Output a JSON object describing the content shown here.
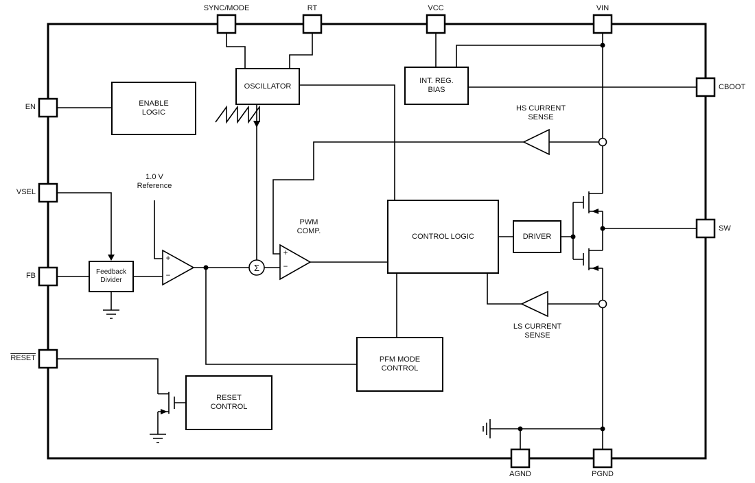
{
  "pins": {
    "sync_mode": "SYNC/MODE",
    "rt": "RT",
    "vcc": "VCC",
    "vin": "VIN",
    "cboot": "CBOOT",
    "sw": "SW",
    "en": "EN",
    "vsel": "VSEL",
    "fb": "FB",
    "reset": "RESET",
    "agnd": "AGND",
    "pgnd": "PGND"
  },
  "blocks": {
    "enable_logic": "ENABLE\nLOGIC",
    "oscillator": "OSCILLATOR",
    "int_reg_bias": "INT. REG.\nBIAS",
    "control_logic": "CONTROL LOGIC",
    "driver": "DRIVER",
    "feedback_divider": "Feedback\nDivider",
    "pfm_mode_control": "PFM MODE\nCONTROL",
    "reset_control": "RESET\nCONTROL"
  },
  "annotations": {
    "hs_current_sense": "HS CURRENT\nSENSE",
    "ls_current_sense": "LS CURRENT\nSENSE",
    "pwm_comp": "PWM\nCOMP.",
    "vref": "1.0 V\nReference",
    "sigma": "Σ",
    "plus": "+",
    "minus": "−"
  },
  "colors": {
    "line": "#000000",
    "background": "#ffffff"
  }
}
